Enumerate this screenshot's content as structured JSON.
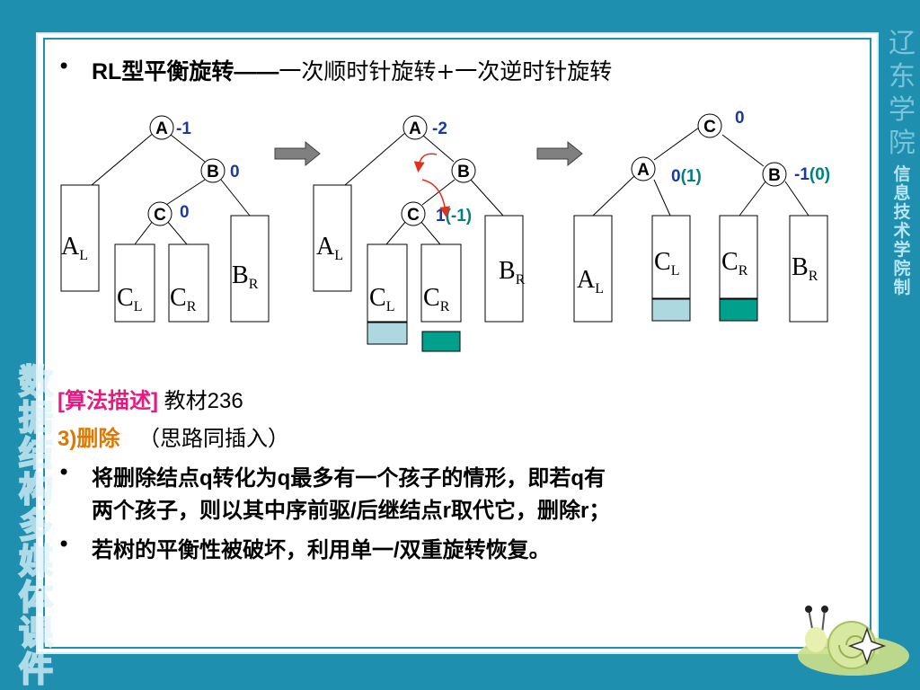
{
  "title": {
    "prefix": "RL型平衡旋转——",
    "suffix": "一次顺时针旋转+一次逆时针旋转"
  },
  "sidebar_right": {
    "big": [
      "辽",
      "东",
      "学",
      "院"
    ],
    "small": [
      "信",
      "息",
      "技",
      "术",
      "学",
      "院",
      "制"
    ]
  },
  "sidebar_left": [
    "数",
    "据",
    "结",
    "构",
    "多",
    "媒",
    "体",
    "课",
    "件"
  ],
  "diagram": {
    "tree1": {
      "A": "A",
      "A_bf": "-1",
      "B": "B",
      "B_bf": "0",
      "C": "C",
      "C_bf": "0",
      "AL": "A",
      "AL_sub": "L",
      "CL": "C",
      "CL_sub": "L",
      "CR": "C",
      "CR_sub": "R",
      "BR": "B",
      "BR_sub": "R"
    },
    "tree2": {
      "A": "A",
      "A_bf": "-2",
      "B": "B",
      "C": "C",
      "C_bf": "1",
      "C_bf2": "(-1)",
      "AL": "A",
      "AL_sub": "L",
      "CL": "C",
      "CL_sub": "L",
      "CR": "C",
      "CR_sub": "R",
      "BR": "B",
      "BR_sub": "R"
    },
    "tree3": {
      "C": "C",
      "C_bf": "0",
      "A": "A",
      "A_bf": "0",
      "A_bf2": "(1)",
      "B": "B",
      "B_bf": "-1",
      "B_bf2": "(0)",
      "AL": "A",
      "AL_sub": "L",
      "CL": "C",
      "CL_sub": "L",
      "CR": "C",
      "CR_sub": "R",
      "BR": "B",
      "BR_sub": "R"
    },
    "colors": {
      "light_box": "#add8e0",
      "dark_box": "#00a08c",
      "bf_blue": "#1a3aa0",
      "bf_teal": "#008080"
    }
  },
  "algo": {
    "label": "[算法描述]",
    "ref": "教材236"
  },
  "section": {
    "label": "3)删除",
    "note": "（思路同插入）"
  },
  "bullets": [
    {
      "line1": "将删除结点q转化为q最多有一个孩子的情形，即若q有",
      "line2": "两个孩子，则以其中序前驱/后继结点r取代它，删除r；"
    },
    {
      "line1": "若树的平衡性被破坏，利用单一/双重旋转恢复。"
    }
  ],
  "bullet_char": "•"
}
